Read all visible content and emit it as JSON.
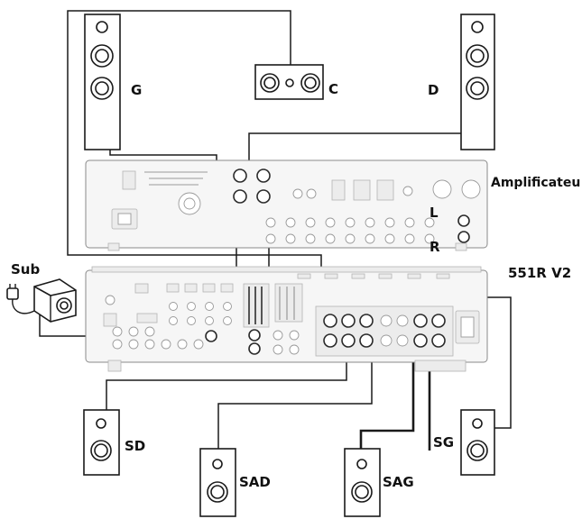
{
  "labels": {
    "front_left": "G",
    "center": "C",
    "front_right": "D",
    "amplifier": "Amplificateu",
    "left_channel": "L",
    "right_channel": "R",
    "subwoofer": "Sub",
    "receiver": "551R V2",
    "surround_right": "SD",
    "surround_back_right": "SAD",
    "surround_back_left": "SAG",
    "surround_left": "SG"
  }
}
